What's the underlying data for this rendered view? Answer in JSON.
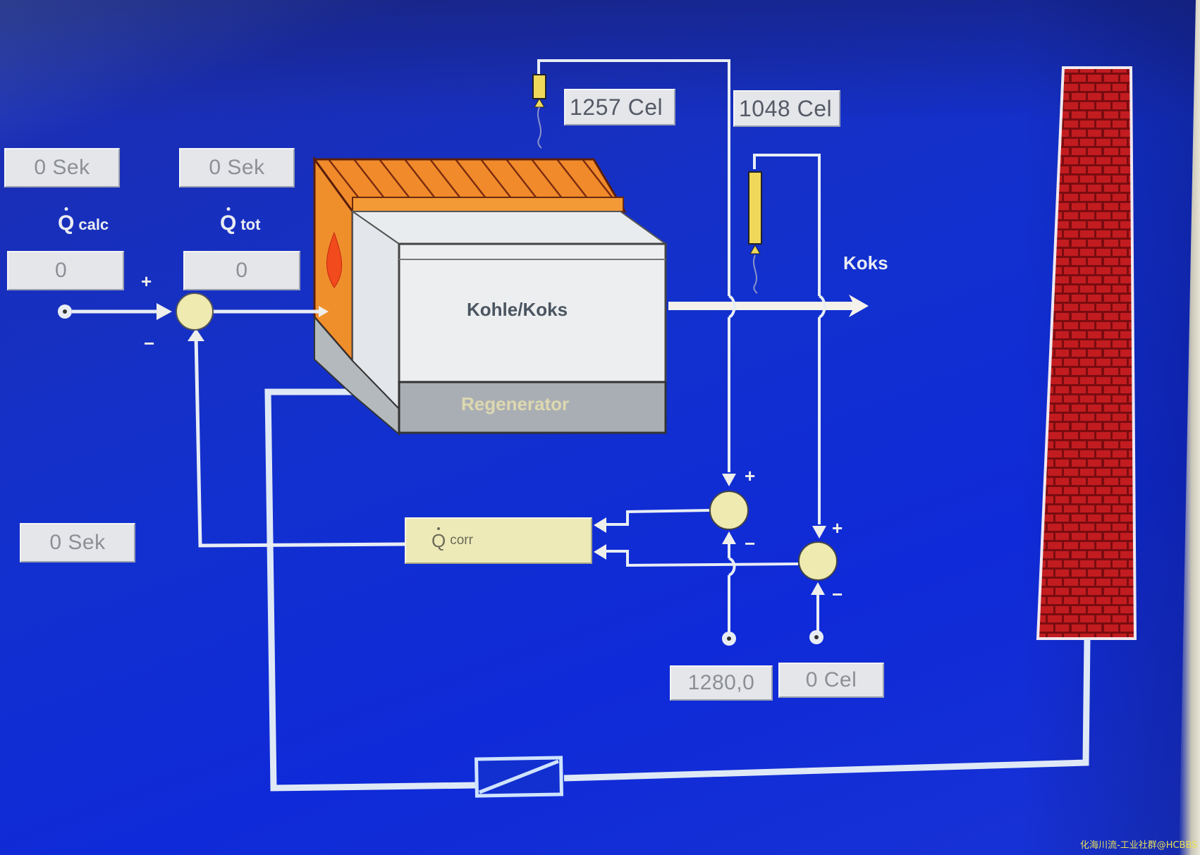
{
  "screen": {
    "background_color": "#1230cf",
    "line_color": "#e8edf5",
    "summing_junction_color": "#eeeab0",
    "brick_color": "#b3181c",
    "furnace_orange": "#f08a2a",
    "flame_color": "#f04a1a"
  },
  "timers": {
    "timer_1": "0 Sek",
    "timer_2": "0 Sek",
    "timer_3": "0 Sek"
  },
  "heat": {
    "q_calc_symbol": "Q",
    "q_calc_sub": "calc",
    "q_calc_value": "0",
    "q_tot_symbol": "Q",
    "q_tot_sub": "tot",
    "q_tot_value": "0",
    "q_corr_symbol": "Q",
    "q_corr_sub": "corr"
  },
  "temperatures": {
    "sensor_1_reading": "1257 Cel",
    "sensor_2_reading": "1048 Cel",
    "setpoint_1": "1280,0",
    "setpoint_2": "0 Cel"
  },
  "furnace": {
    "chamber_label": "Kohle/Koks",
    "base_label": "Regenerator"
  },
  "output": {
    "product_label": "Koks"
  },
  "signs": {
    "plus": "+",
    "minus": "−"
  },
  "watermark": "化海川流-工业社群@HCBBS"
}
